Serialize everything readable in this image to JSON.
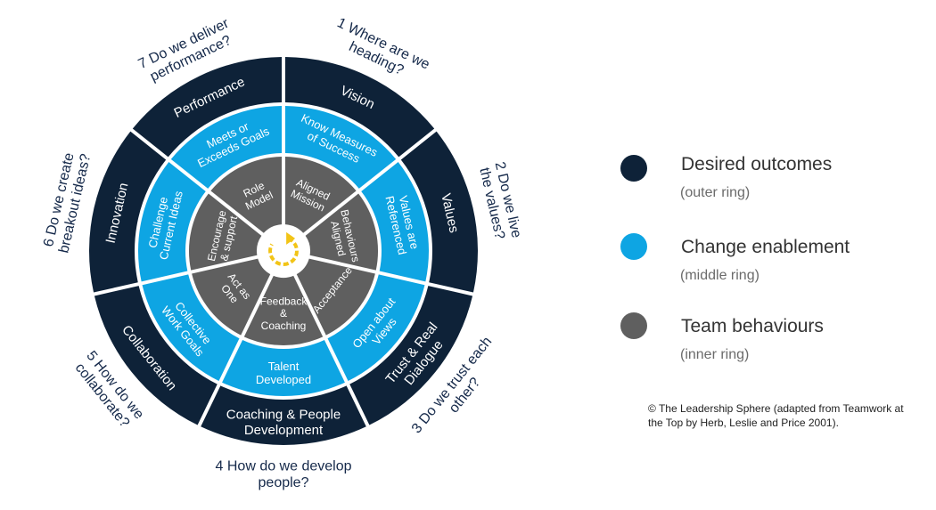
{
  "colors": {
    "outer": "#0e2238",
    "middle": "#0ea5e3",
    "inner": "#5f5f5f",
    "center_icon": "#f2c417",
    "question_text": "#15294a"
  },
  "wheel": {
    "segments": [
      {
        "outer": [
          "Vision"
        ],
        "middle": [
          "Know Measures",
          "of Success"
        ],
        "inner": [
          "Aligned",
          "Mission"
        ]
      },
      {
        "outer": [
          "Values"
        ],
        "middle": [
          "Values are",
          "Referenced"
        ],
        "inner": [
          "Behaviours",
          "Aligned"
        ]
      },
      {
        "outer": [
          "Trust & Real",
          "Dialogue"
        ],
        "middle": [
          "Open about",
          "Views"
        ],
        "inner": [
          "Acceptance"
        ]
      },
      {
        "outer": [
          "Coaching & People",
          "Development"
        ],
        "middle": [
          "Talent",
          "Developed"
        ],
        "inner": [
          "Feedback",
          "&",
          "Coaching"
        ]
      },
      {
        "outer": [
          "Collaboration"
        ],
        "middle": [
          "Collective",
          "Work Goals"
        ],
        "inner": [
          "Act as",
          "One"
        ]
      },
      {
        "outer": [
          "Innovation"
        ],
        "middle": [
          "Challenge",
          "Current Ideas"
        ],
        "inner": [
          "Encourage",
          "& support"
        ]
      },
      {
        "outer": [
          "Performance"
        ],
        "middle": [
          "Meets or",
          "Exceeds Goals"
        ],
        "inner": [
          "Role",
          "Model"
        ]
      }
    ],
    "questions": [
      [
        "1 Where are we",
        "heading?"
      ],
      [
        "2 Do we live",
        "the values?"
      ],
      [
        "3 Do we trust each",
        "other?"
      ],
      [
        "4 How do we develop",
        "people?"
      ],
      [
        "5 How do we",
        "collaborate?"
      ],
      [
        "6 Do we create",
        "breakout ideas?"
      ],
      [
        "7 Do we deliver",
        "performance?"
      ]
    ],
    "center_icon": "refresh-cycle-icon"
  },
  "legend": {
    "items": [
      {
        "title": "Desired outcomes",
        "subtitle": "(outer ring)",
        "color": "#0e2238"
      },
      {
        "title": "Change enablement",
        "subtitle": "(middle ring)",
        "color": "#0ea5e3"
      },
      {
        "title": "Team behaviours",
        "subtitle": "(inner ring)",
        "color": "#5f5f5f"
      }
    ]
  },
  "copyright": "© The Leadership Sphere (adapted from Teamwork at the Top by Herb, Leslie and Price 2001)."
}
